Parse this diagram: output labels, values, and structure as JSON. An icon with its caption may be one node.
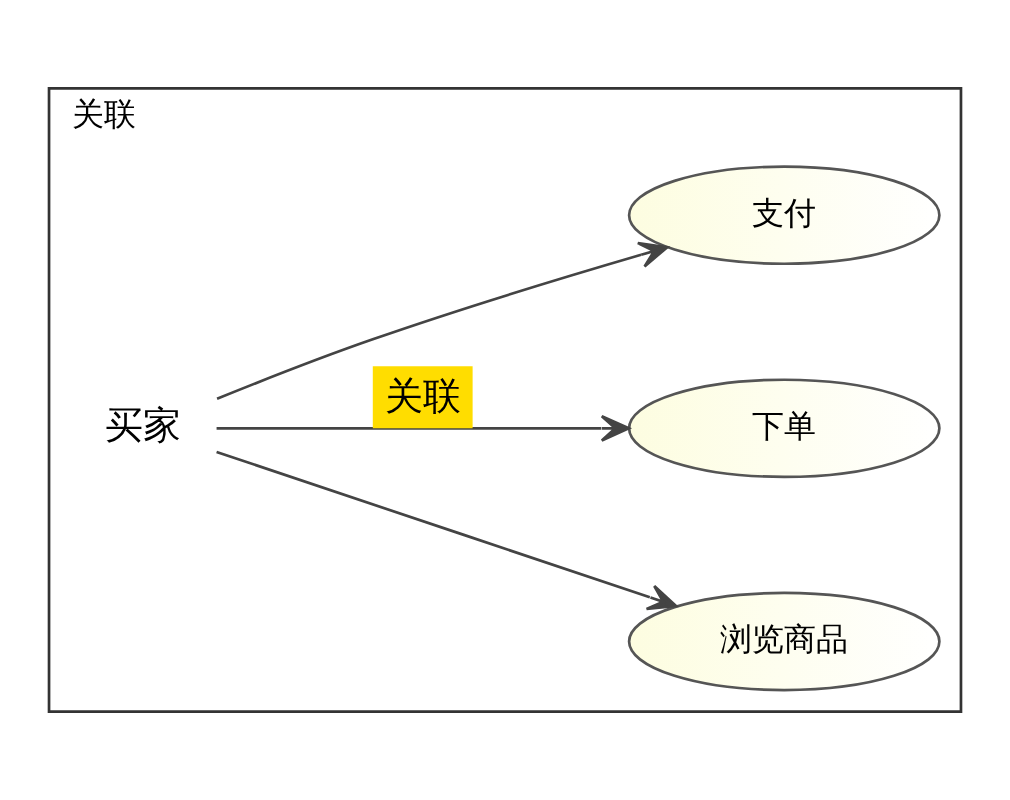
{
  "diagram": {
    "nodes": [
      {
        "text": [
          "关联"
        ]
      },
      {
        "text": [
          "买家"
        ],
        "in": 0
      },
      {
        "text": [
          "浏览商品"
        ],
        "in": 0
      },
      {
        "text": [
          "下单"
        ],
        "in": 0
      },
      {
        "text": [
          "支付"
        ],
        "in": 0
      }
    ],
    "edges": [
      {
        "from": 1,
        "to": 2,
        "arrow": "to"
      },
      {
        "from": 1,
        "to": 3,
        "arrow": "to",
        "label": "关联"
      },
      {
        "from": 1,
        "to": 4,
        "arrow": "to"
      }
    ]
  }
}
